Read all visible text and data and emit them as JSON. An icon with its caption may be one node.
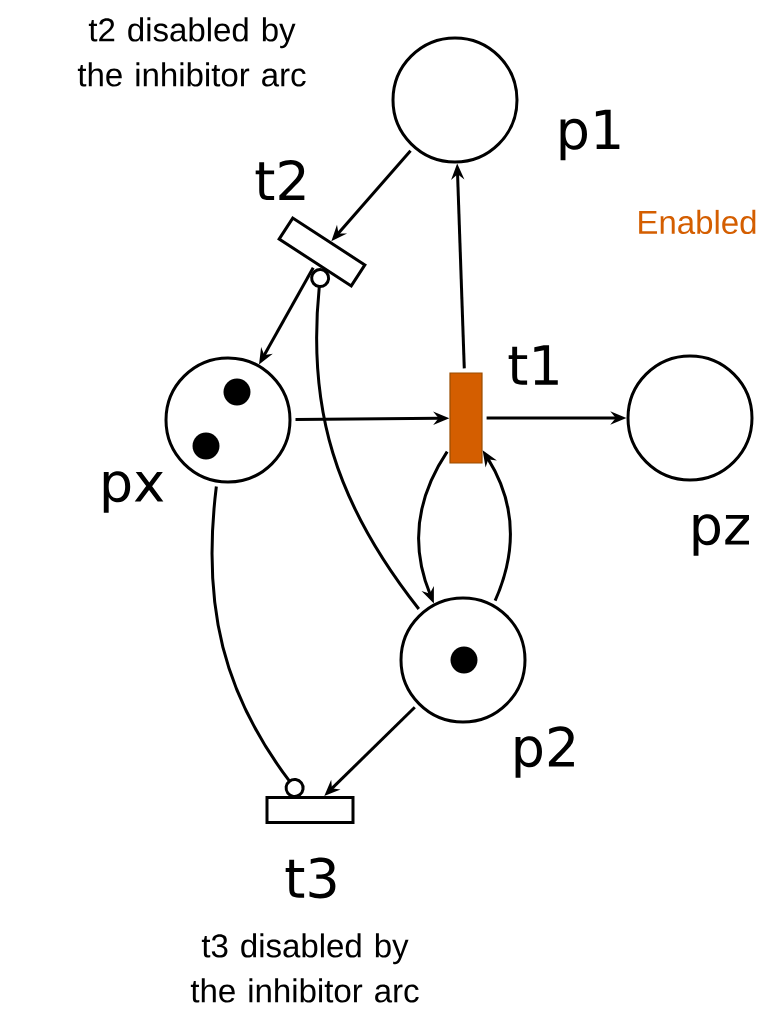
{
  "diagram": {
    "nodes": [
      {
        "text": [],
        "shape": "circle",
        "beside": [
          "p1"
        ]
      },
      {
        "text": [],
        "shape": "box",
        "beside": [
          "t2"
        ]
      },
      {
        "text": [],
        "shape": "circle",
        "beside": [
          "px"
        ]
      },
      {
        "text": [],
        "shape": "bar",
        "beside": [
          "t1"
        ]
      },
      {
        "text": [],
        "shape": "circle",
        "beside": [
          "pz"
        ]
      },
      {
        "text": [],
        "shape": "circle",
        "beside": [
          "p2"
        ]
      },
      {
        "text": [],
        "shape": "box",
        "beside": [
          "t3"
        ]
      }
    ],
    "edges": [
      {
        "from": 0,
        "to": 1,
        "arrow": "to"
      },
      {
        "from": 1,
        "to": 2,
        "arrow": "to"
      },
      {
        "from": 5,
        "to": 1,
        "arrow": "other"
      },
      {
        "from": 2,
        "to": 3,
        "arrow": "to"
      },
      {
        "from": 3,
        "to": 0,
        "arrow": "to"
      },
      {
        "from": 3,
        "to": 4,
        "arrow": "to"
      },
      {
        "from": 3,
        "to": 5,
        "arrow": "to"
      },
      {
        "from": 5,
        "to": 3,
        "arrow": "to"
      },
      {
        "from": 2,
        "to": 6,
        "arrow": "other"
      },
      {
        "from": 5,
        "to": 6,
        "arrow": "to"
      }
    ],
    "labels": [
      "t2 disabled by the inhibitor arc",
      "Enabled",
      "t3 disabled by the inhibitor arc"
    ]
  }
}
